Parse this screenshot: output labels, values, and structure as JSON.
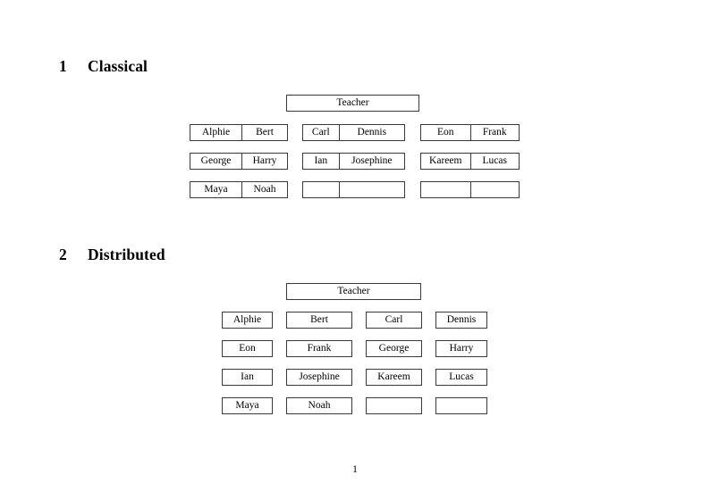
{
  "document": {
    "page_number": "1",
    "colors": {
      "page_background": "#ffffff",
      "text": "#000000",
      "box_border": "#3a3a3a"
    }
  },
  "sections": [
    {
      "number": "1",
      "title": "Classical",
      "teacher": {
        "label": "Teacher"
      },
      "rows": [
        {
          "groups": [
            {
              "cells": [
                "Alphie",
                "Bert"
              ]
            },
            {
              "cells": [
                "Carl",
                "Dennis"
              ]
            },
            {
              "cells": [
                "Eon",
                "Frank"
              ]
            }
          ]
        },
        {
          "groups": [
            {
              "cells": [
                "George",
                "Harry"
              ]
            },
            {
              "cells": [
                "Ian",
                "Josephine"
              ]
            },
            {
              "cells": [
                "Kareem",
                "Lucas"
              ]
            }
          ]
        },
        {
          "groups": [
            {
              "cells": [
                "Maya",
                "Noah"
              ]
            },
            {
              "cells": [
                "",
                ""
              ]
            },
            {
              "cells": [
                "",
                ""
              ]
            }
          ]
        }
      ]
    },
    {
      "number": "2",
      "title": "Distributed",
      "teacher": {
        "label": "Teacher"
      },
      "rows": [
        {
          "boxes": [
            "Alphie",
            "Bert",
            "Carl",
            "Dennis"
          ]
        },
        {
          "boxes": [
            "Eon",
            "Frank",
            "George",
            "Harry"
          ]
        },
        {
          "boxes": [
            "Ian",
            "Josephine",
            "Kareem",
            "Lucas"
          ]
        },
        {
          "boxes": [
            "Maya",
            "Noah",
            "",
            ""
          ]
        }
      ]
    }
  ]
}
